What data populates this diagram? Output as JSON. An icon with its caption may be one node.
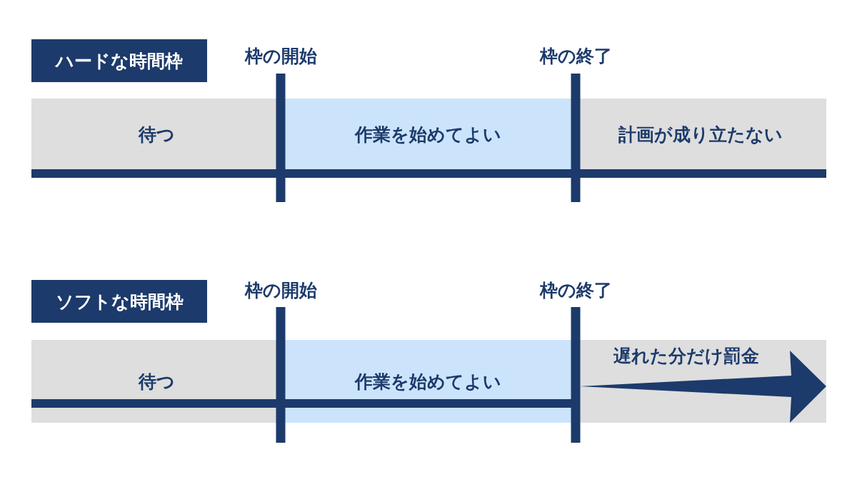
{
  "diagram": {
    "nodes": [
      {
        "text": [
          "ハードな時間枠"
        ]
      },
      {
        "text": [
          "待つ"
        ]
      },
      {
        "text": [
          "作業を始めてよい"
        ]
      },
      {
        "text": [
          "計画が成り立たない"
        ]
      },
      {
        "text": [
          "ソフトな時間枠"
        ]
      },
      {
        "text": [
          "待つ"
        ]
      },
      {
        "text": [
          "作業を始めてよい"
        ]
      },
      {
        "text": [
          "遅れた分だけ罰金"
        ]
      }
    ],
    "edges": [],
    "labels": [
      "枠の開始",
      "枠の終了",
      "枠の開始",
      "枠の終了"
    ]
  }
}
